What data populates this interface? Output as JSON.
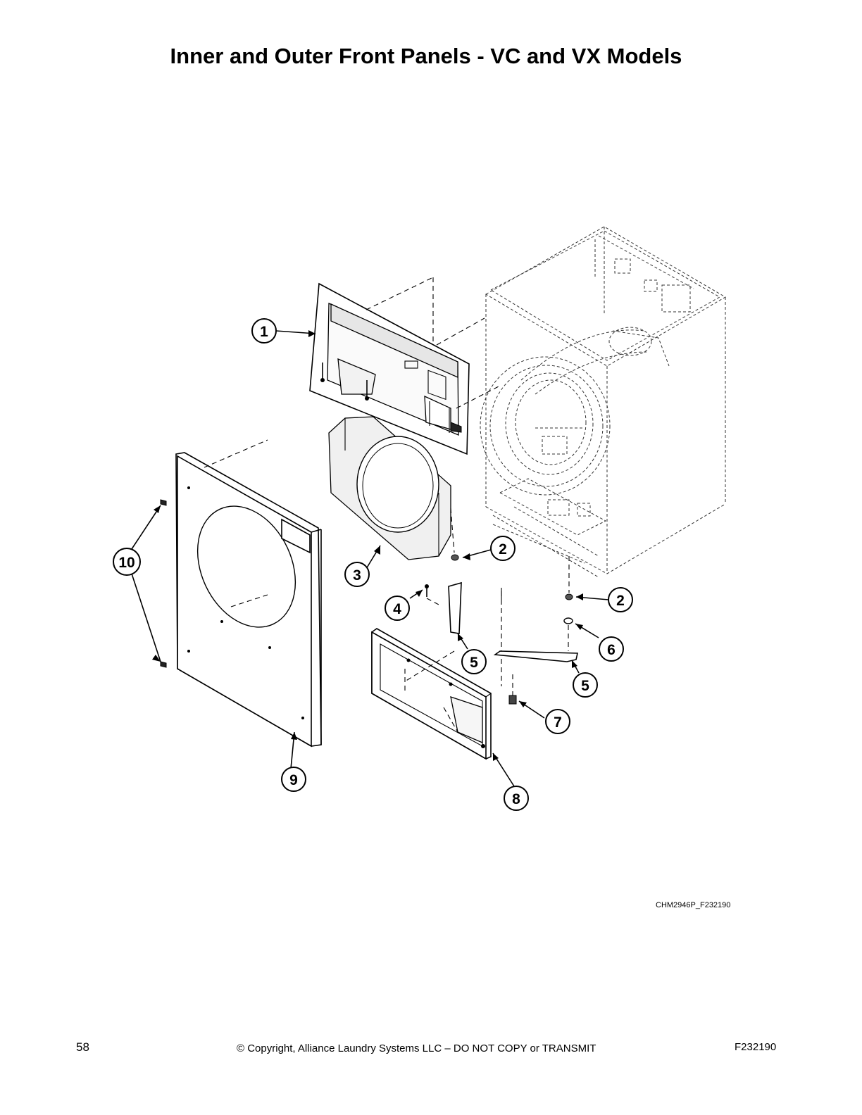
{
  "title": "Inner and Outer Front Panels - VC and VX Models",
  "callouts": [
    {
      "id": "callout-1",
      "label": "1"
    },
    {
      "id": "callout-2a",
      "label": "2"
    },
    {
      "id": "callout-2b",
      "label": "2"
    },
    {
      "id": "callout-3",
      "label": "3"
    },
    {
      "id": "callout-4",
      "label": "4"
    },
    {
      "id": "callout-5a",
      "label": "5"
    },
    {
      "id": "callout-5b",
      "label": "5"
    },
    {
      "id": "callout-6",
      "label": "6"
    },
    {
      "id": "callout-7",
      "label": "7"
    },
    {
      "id": "callout-8",
      "label": "8"
    },
    {
      "id": "callout-9",
      "label": "9"
    },
    {
      "id": "callout-10",
      "label": "10"
    }
  ],
  "figure_code": "CHM2946P_F232190",
  "footer": {
    "page_number": "58",
    "copyright": "© Copyright, Alliance Laundry Systems LLC – DO NOT COPY or TRANSMIT",
    "doc_number": "F232190"
  }
}
